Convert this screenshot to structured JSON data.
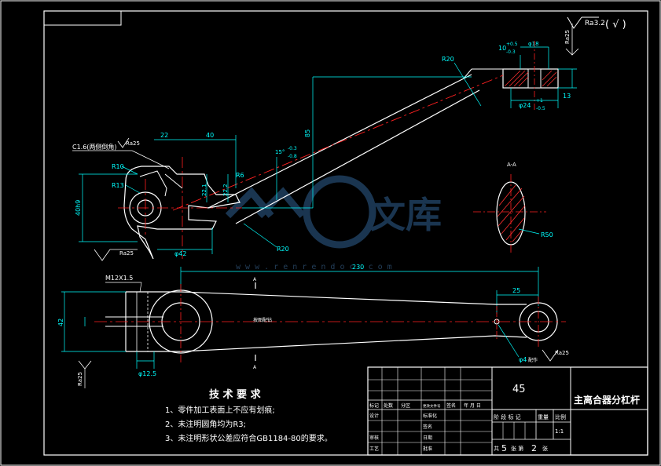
{
  "colors": {
    "background": "#000000",
    "outline": "#ffffff",
    "dimension": "#00ffff",
    "centerline": "#ff2020",
    "hatch": "#ff3030",
    "watermark": "#1f3f5f"
  },
  "roughness": {
    "global_symbol": "Ra3.2",
    "global_note": "( √ )",
    "ra25": "Ra25",
    "ra25_side": "Ra25"
  },
  "top_view": {
    "chamfer_note": "C1.6(两侧倒角)",
    "r10": "R10",
    "r13": "R13",
    "r6": "R6",
    "r20_top": "R20",
    "r20_bottom": "R20",
    "dim_22": "22",
    "dim_40": "40",
    "dim_85": "85",
    "dim_phi42": "φ42",
    "dim_40h9": "40h9",
    "dim_22_1": "22.1",
    "dim_22_2": "22.2",
    "angle_dim": "15°",
    "angle_tol_upper": "-0.3",
    "angle_tol_lower": "-0.8"
  },
  "right_detail": {
    "dim_10": "10",
    "tol_10_upper": "+0.5",
    "tol_10_lower": "-0.3",
    "phi18": "φ18",
    "phi24": "φ24",
    "tol_24_upper": "+1",
    "tol_24_lower": "-0.5",
    "dim_13": "13"
  },
  "section": {
    "label": "A-A",
    "r50": "R50"
  },
  "front_view": {
    "thread": "M12X1.5",
    "dim_230": "230",
    "dim_25": "25",
    "dim_42": "42",
    "phi12_5": "φ12.5",
    "phi4": "φ4",
    "phi4_suffix": "配作",
    "section_mark_a": "A",
    "center_text": "按图配钻"
  },
  "watermark": {
    "brand": "文库",
    "url": "w w w . r e n r e n d o c . c o m"
  },
  "notes": {
    "title": "技 术 要 求",
    "items": [
      "1、零件加工表面上不应有划痕;",
      "2、未注明圆角均为R3;",
      "3、未注明形状公差应符合GB1184-80的要求。"
    ]
  },
  "title_block": {
    "material": "45",
    "part_name": "主离合器分杠杆",
    "stage_label": "阶 段 标 记",
    "weight_label": "重量",
    "scale_label": "比例",
    "scale_value": "1:1",
    "sheet_prefix": "共",
    "sheet_total": "5",
    "sheet_mid": "张 第",
    "sheet_no": "2",
    "sheet_suffix": "张",
    "row_labels": [
      "标记",
      "处数",
      "分区",
      "更改文件号",
      "签名",
      "年 月 日"
    ],
    "left_labels": [
      "设计",
      "审核",
      "工艺"
    ],
    "mid_labels": [
      "标准化",
      "批准"
    ],
    "left_col_extra": [
      "签名",
      "日期"
    ]
  }
}
